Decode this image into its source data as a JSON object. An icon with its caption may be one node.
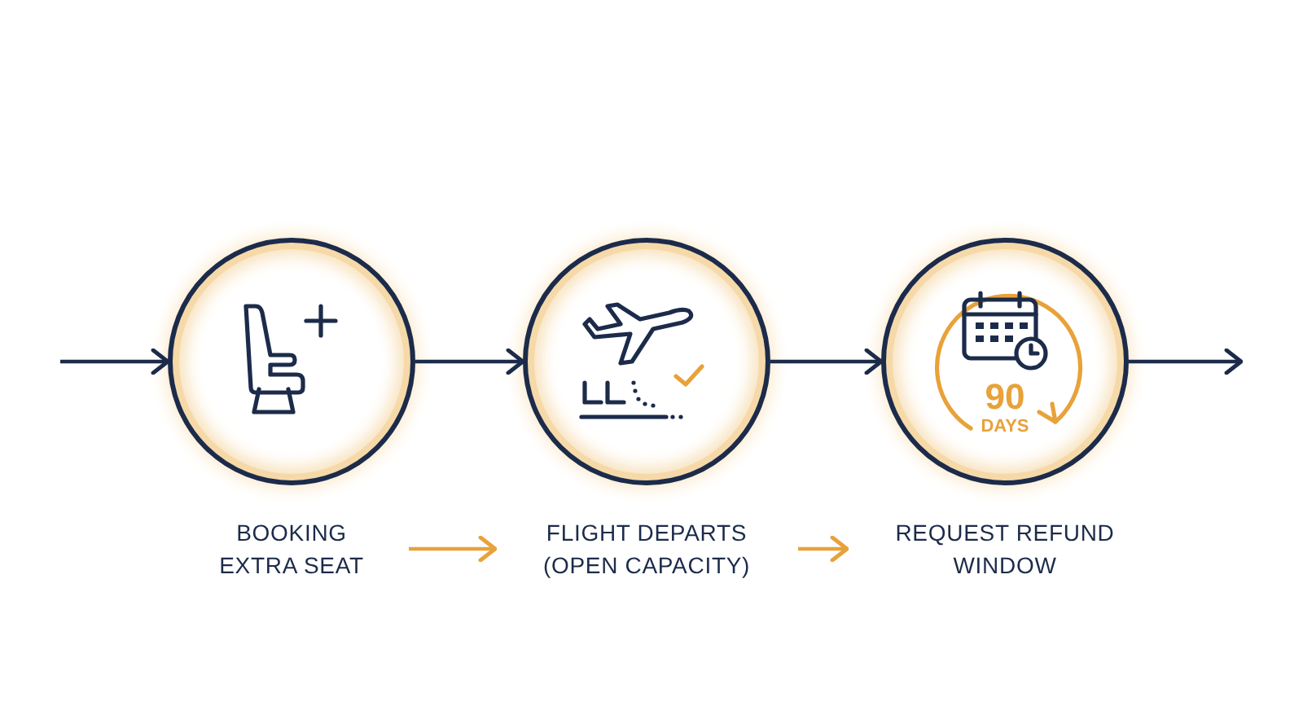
{
  "diagram": {
    "nodes": [
      {
        "text": [],
        "shape": "circle"
      },
      {
        "text": [],
        "shape": "circle"
      },
      {
        "text": [
          "90",
          "DAYS"
        ]
      },
      {
        "text": [
          "BOOKING EXTRA SEAT"
        ]
      },
      {
        "text": [
          "FLIGHT DEPARTS (OPEN CAPACITY)"
        ]
      },
      {
        "text": [
          "REQUEST REFUND WINDOW"
        ]
      }
    ],
    "edges": [
      {
        "from": null,
        "to": 0,
        "arrow": "to"
      },
      {
        "from": 0,
        "to": 1,
        "arrow": "to"
      },
      {
        "from": 1,
        "to": 2,
        "arrow": "to"
      },
      {
        "from": 2,
        "to": null,
        "arrow": "to"
      },
      {
        "from": 3,
        "to": 4,
        "arrow": "to",
        "color": "#e8a23a"
      },
      {
        "from": 4,
        "to": 5,
        "arrow": "to",
        "color": "#e8a23a"
      }
    ]
  }
}
